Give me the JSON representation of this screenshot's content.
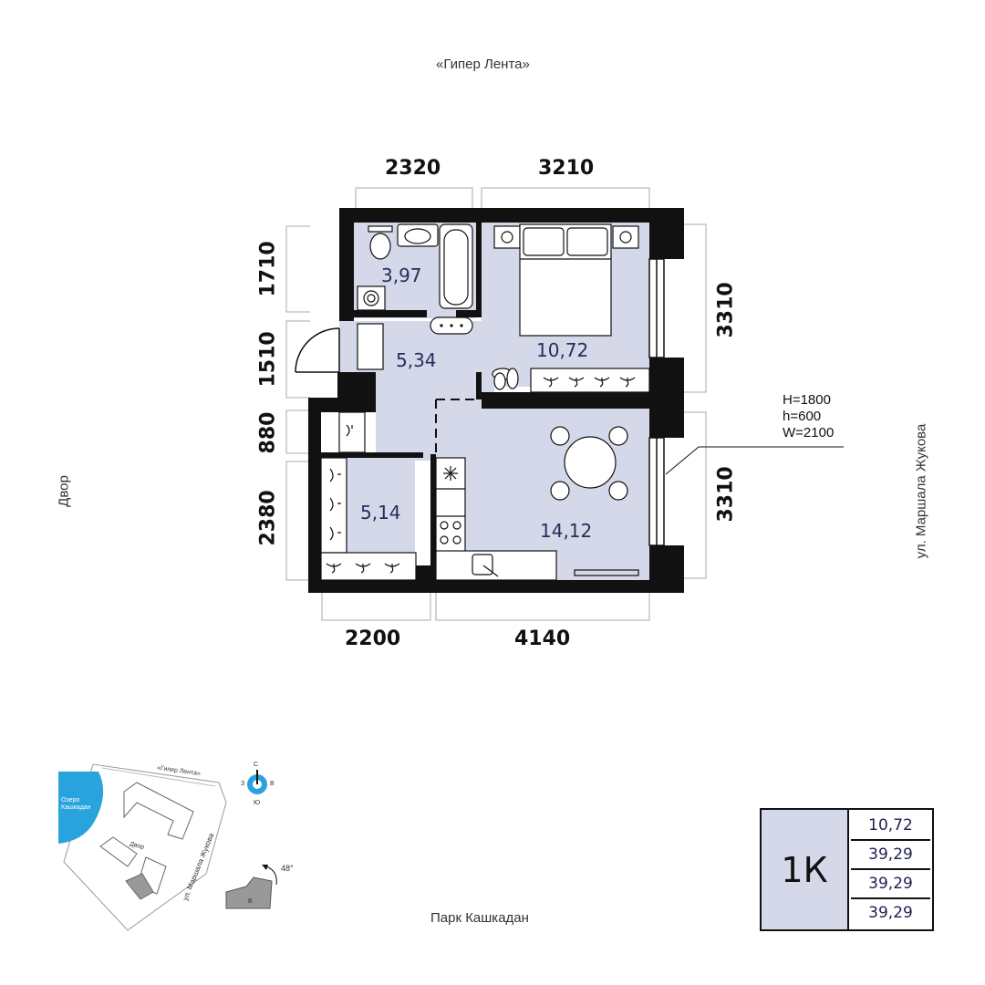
{
  "labels": {
    "top": "«Гипер Лента»",
    "left": "Двор",
    "right": "ул. Маршала Жукова",
    "bottom": "Парк Кашкадан"
  },
  "dims": {
    "top": [
      "2320",
      "3210"
    ],
    "bottom": [
      "2200",
      "4140"
    ],
    "left": [
      "1710",
      "1510",
      "880",
      "2380"
    ],
    "right": [
      "3310",
      "3310"
    ]
  },
  "areas": {
    "bathroom": "3,97",
    "hall": "5,34",
    "bedroom": "10,72",
    "storage": "5,14",
    "kitchen": "14,12"
  },
  "window_spec": [
    "H=1800",
    "h=600",
    "W=2100"
  ],
  "info": {
    "type": "1К",
    "values": [
      "10,72",
      "39,29",
      "39,29",
      "39,29"
    ]
  },
  "minimap": {
    "lake": "Озеро Кашкадан",
    "store": "«Гипер Лента»",
    "yard": "Двор",
    "street": "ул. Маршала Жукова",
    "compass": {
      "n": "С",
      "s": "Ю",
      "w": "З",
      "e": "В"
    },
    "angle": "48°",
    "building": "В"
  },
  "colors": {
    "room_fill": "#d5d8e8",
    "wall": "#111111",
    "text_area": "#2b2c5c",
    "lake": "#29a3dd"
  }
}
